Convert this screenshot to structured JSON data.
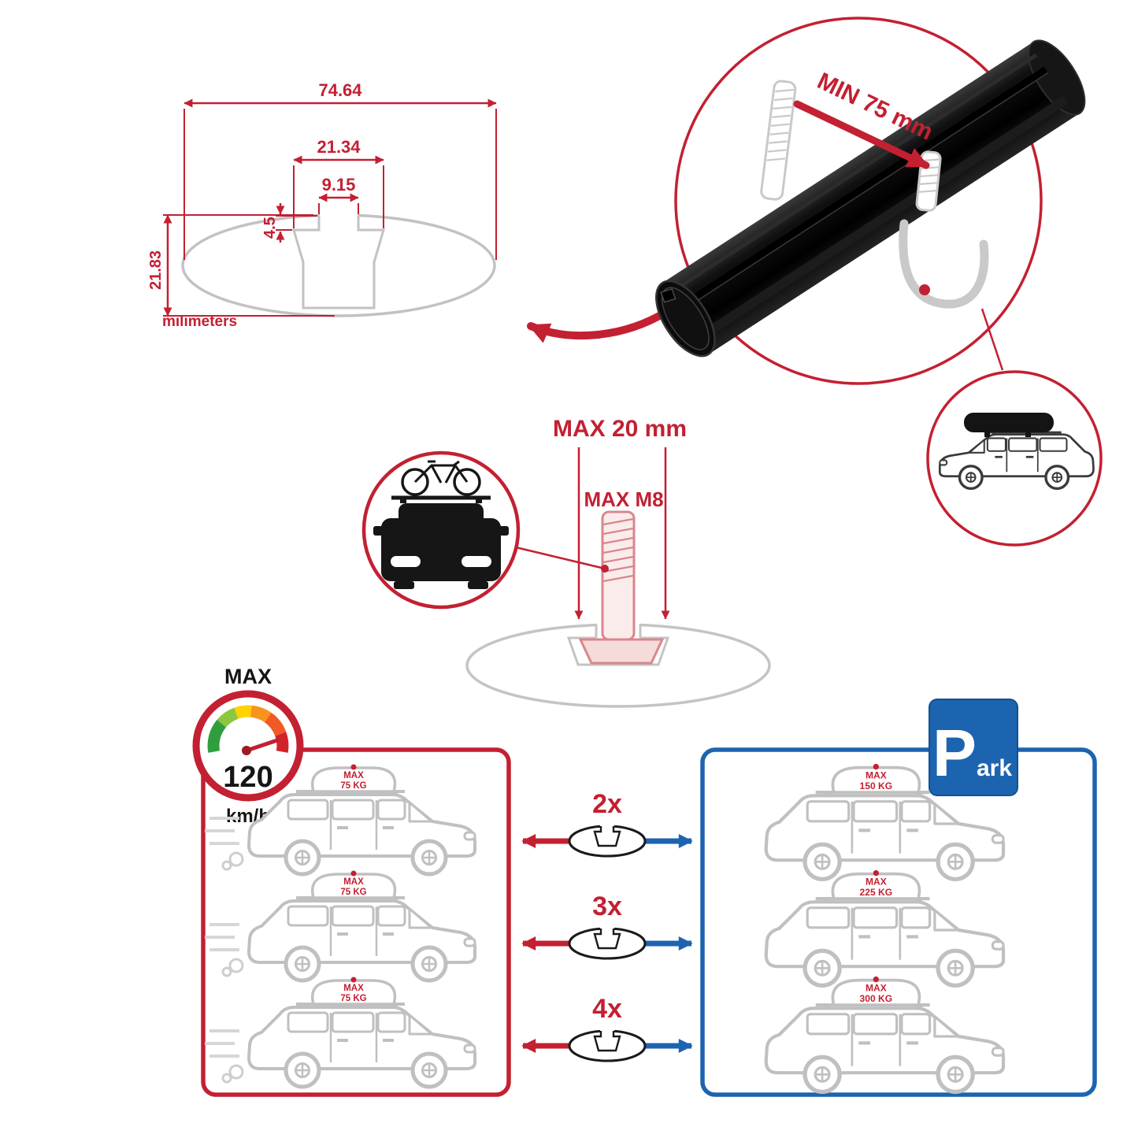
{
  "colors": {
    "red": "#c32032",
    "blue": "#1d64b0",
    "gray_lineart": "#c0c0c0",
    "bolt_pink": "#d9878d",
    "bar_black": "#0e0e0e"
  },
  "profile_dims": {
    "total_width": "74.64",
    "chamber_width": "21.34",
    "slot_width": "9.15",
    "slot_depth": "4.5",
    "height": "21.83",
    "unit_label": "milimeters"
  },
  "crossbar_detail": {
    "min_spacing": "MIN 75 mm"
  },
  "bolt_spec": {
    "max_length": "MAX 20 mm",
    "max_thread": "MAX M8"
  },
  "speed_limit": {
    "label": "MAX",
    "value": "120",
    "unit": "km/h"
  },
  "capacity": {
    "multipliers": [
      "2x",
      "3x",
      "4x"
    ],
    "left_cars": [
      {
        "label": "MAX",
        "weight": "75 KG"
      },
      {
        "label": "MAX",
        "weight": "75 KG"
      },
      {
        "label": "MAX",
        "weight": "75 KG"
      }
    ],
    "right_cars": [
      {
        "label": "MAX",
        "weight": "150 KG"
      },
      {
        "label": "MAX",
        "weight": "225 KG"
      },
      {
        "label": "MAX",
        "weight": "300 KG"
      }
    ]
  },
  "park_sign": {
    "letter": "P",
    "rest": "ark"
  }
}
